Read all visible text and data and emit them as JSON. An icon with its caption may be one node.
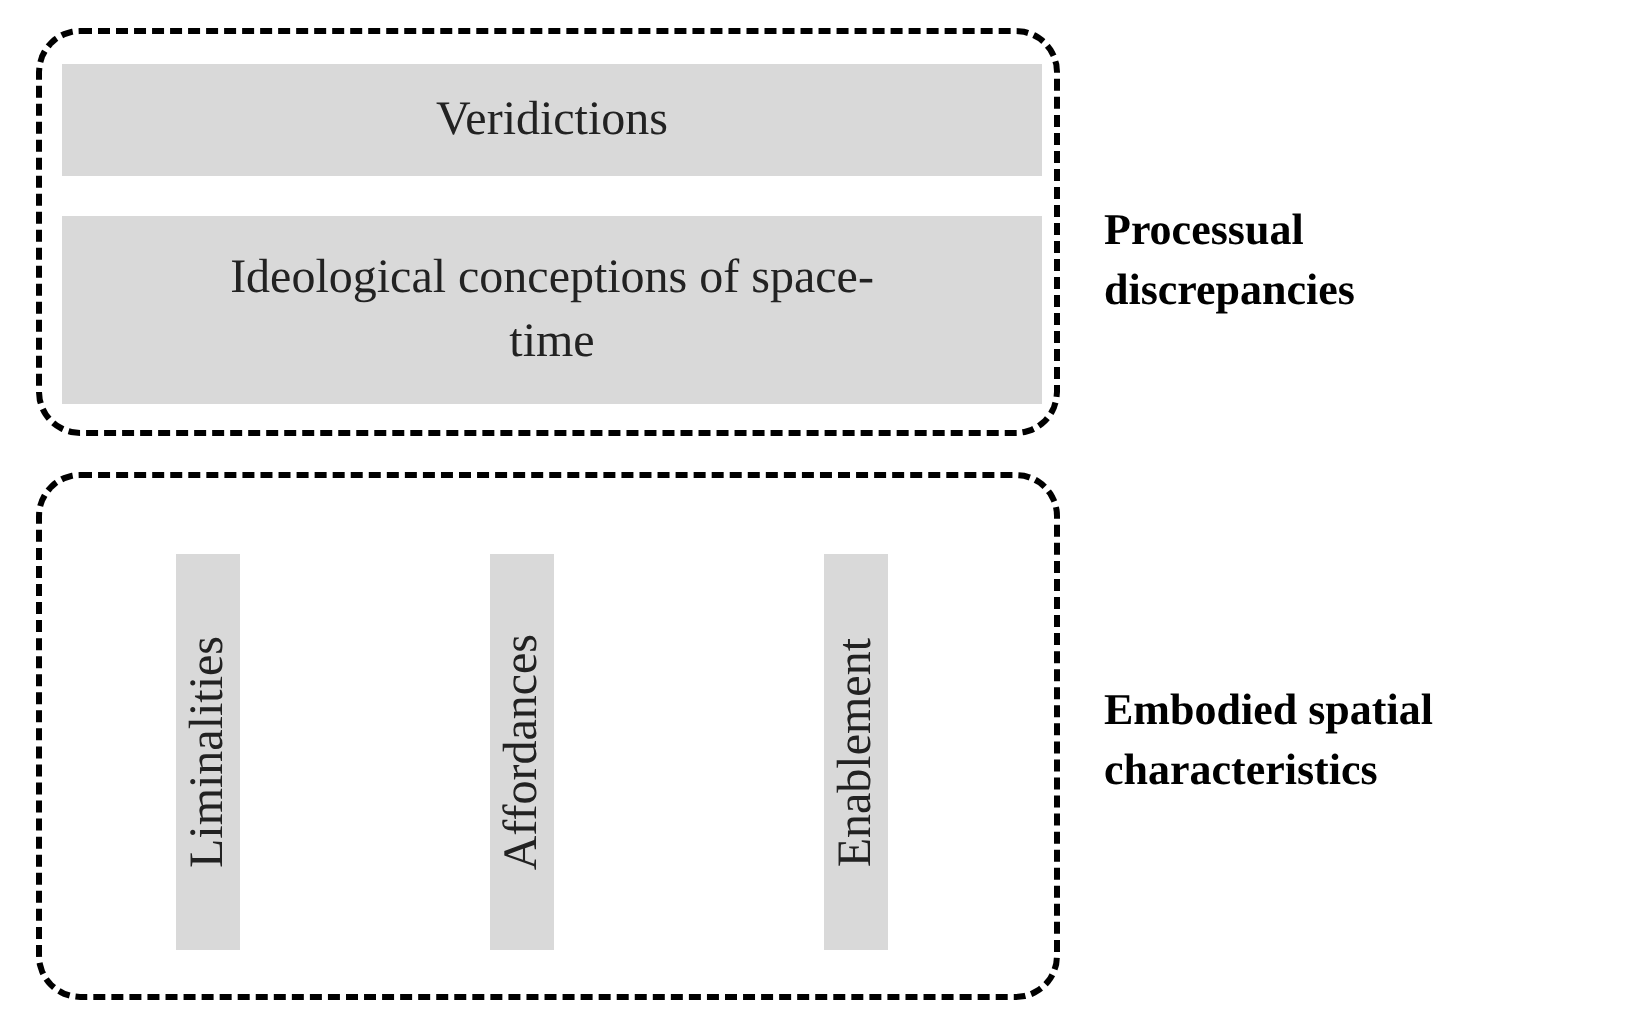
{
  "diagram": {
    "nodes": [
      {
        "text": [],
        "shape": "box",
        "beside": [
          "Processual discrepancies"
        ]
      },
      {
        "text": [
          "Veridictions"
        ],
        "in": 0
      },
      {
        "text": [
          "Ideological conceptions of space-time"
        ],
        "in": 0
      },
      {
        "text": [],
        "shape": "box",
        "beside": [
          "Embodied spatial characteristics"
        ]
      },
      {
        "text": [
          "Liminalities"
        ],
        "in": 3
      },
      {
        "text": [
          "Affordances"
        ],
        "in": 3
      },
      {
        "text": [
          "Enablement"
        ],
        "in": 3
      }
    ]
  }
}
